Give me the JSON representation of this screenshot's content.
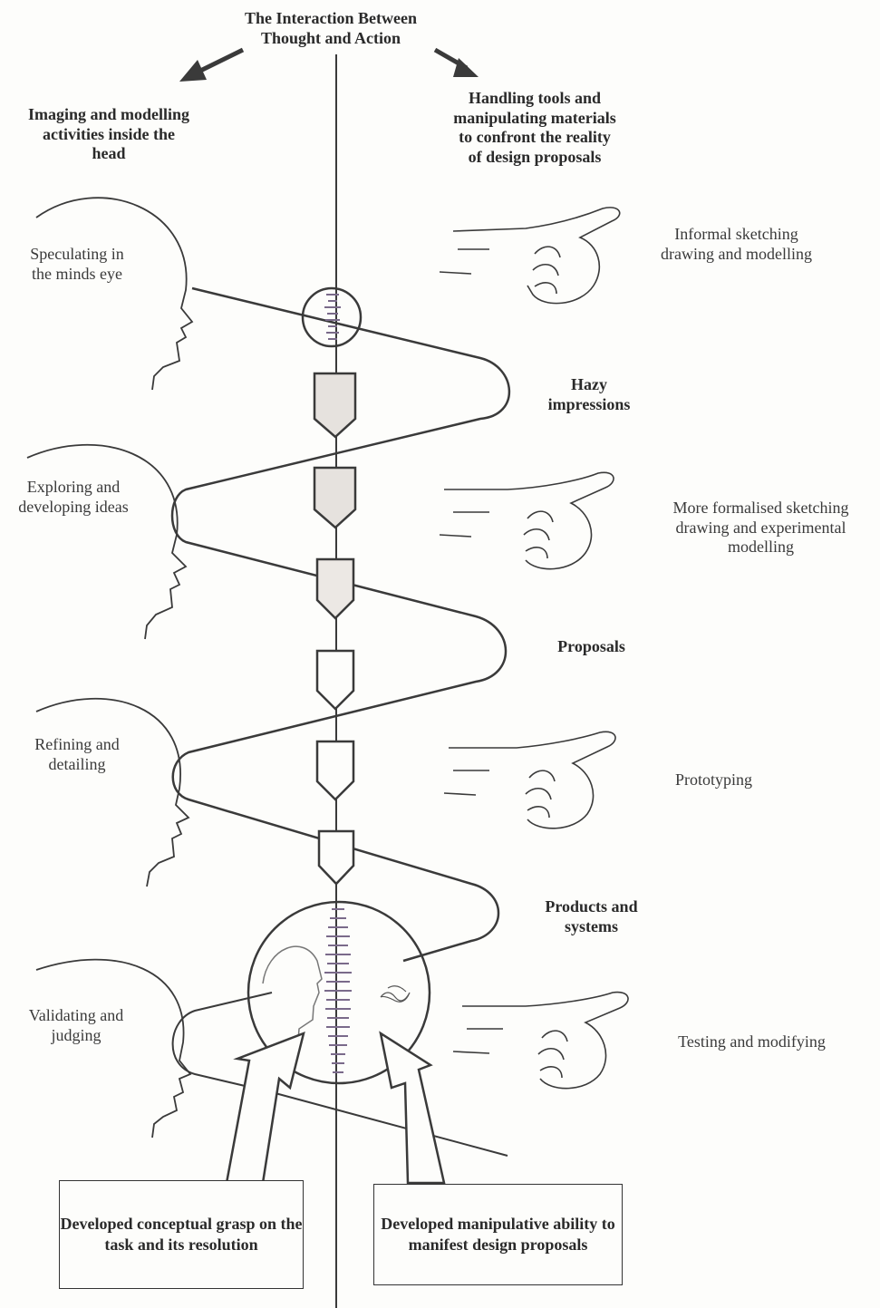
{
  "title": "The Interaction Between\nThought and Action",
  "left_heading": "Imaging and modelling\nactivities inside the\nhead",
  "right_heading": "Handling tools and\nmanipulating materials\nto confront the reality\nof design proposals",
  "left_stages": [
    "Speculating in\nthe minds eye",
    "Exploring and\ndeveloping ideas",
    "Refining and\ndetailing",
    "Validating and\njudging"
  ],
  "right_stages": [
    "Informal sketching\ndrawing and modelling",
    "More formalised sketching\ndrawing and experimental\nmodelling",
    "Prototyping",
    "Testing and modifying"
  ],
  "middle_labels": [
    "Hazy\nimpressions",
    "Proposals",
    "Products and\nsystems"
  ],
  "bottom_boxes": {
    "left": "Developed conceptual\ngrasp on the task and\nits resolution",
    "right": "Developed manipulative\nability to manifest\ndesign proposals"
  },
  "colors": {
    "line": "#3a3a3a",
    "hatch": "#7a6a8a",
    "background": "#fdfdfb"
  }
}
